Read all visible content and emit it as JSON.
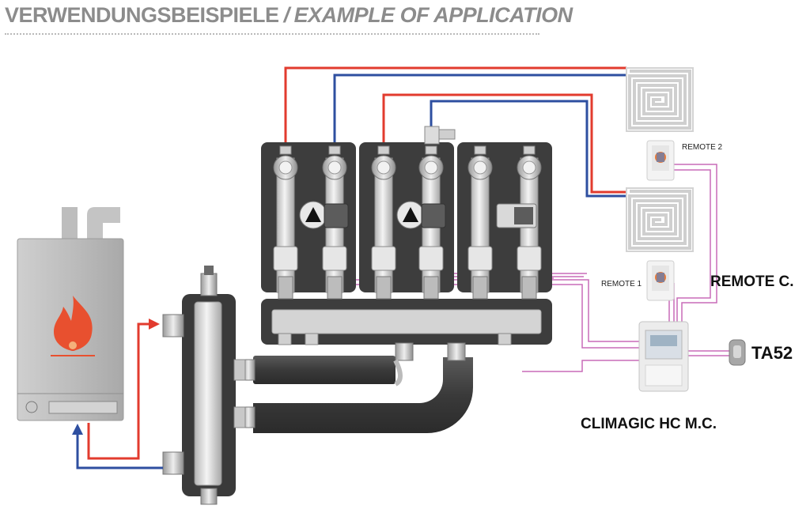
{
  "header": {
    "title_de": "VERWENDUNGSBEISPIELE",
    "separator": "/",
    "title_en": "EXAMPLE OF APPLICATION"
  },
  "labels": {
    "remote_2": "REMOTE 2",
    "remote_1": "REMOTE 1",
    "remote_c": "REMOTE C.",
    "ta52": "TA52",
    "controller": "CLIMAGIC HC M.C."
  },
  "colors": {
    "supply": "#e23b2e",
    "return": "#2e4fa0",
    "signal": "#c86bb8",
    "module": "#3d3d3d",
    "flame": "#e8502f"
  },
  "icons": [
    "boiler-icon",
    "flame-icon",
    "floor-heating-coil-icon",
    "room-thermostat-icon",
    "pump-icon",
    "controller-icon",
    "sensor-icon",
    "hydraulic-separator-icon"
  ]
}
